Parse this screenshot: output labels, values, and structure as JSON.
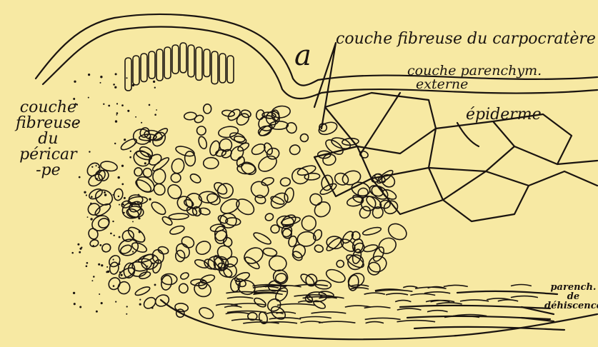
{
  "figure": {
    "labels": {
      "a": "a",
      "carpocratere": "couche fibreuse du carpocratère",
      "parenchym": [
        "couche parenchym.",
        "externe"
      ],
      "epiderme": "épiderme",
      "pericarpe": [
        "couche",
        "fibreuse",
        "du",
        "péricar",
        "-pe"
      ],
      "dehiscence": [
        "parench.",
        "de",
        "déhiscence"
      ]
    },
    "colors": {
      "background": "#f7e9a3",
      "ink": "#1a1410"
    }
  }
}
